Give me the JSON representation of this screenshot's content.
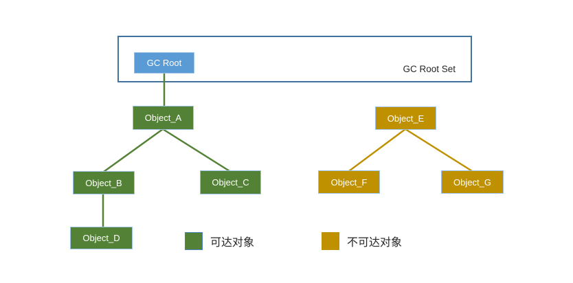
{
  "colors": {
    "root_node_fill": "#5B9BD5",
    "reachable_fill": "#538135",
    "unreachable_fill": "#BF9000",
    "node_border": "#9DC3E6",
    "root_set_border": "#41719C",
    "swatch_border": "#4A7EBB",
    "node_text": "#FFFFFF",
    "label_text": "#262626"
  },
  "root_set": {
    "label": "GC Root Set",
    "root_node_label": "GC Root"
  },
  "nodes": {
    "object_a": {
      "label": "Object_A",
      "type": "reachable"
    },
    "object_b": {
      "label": "Object_B",
      "type": "reachable"
    },
    "object_c": {
      "label": "Object_C",
      "type": "reachable"
    },
    "object_d": {
      "label": "Object_D",
      "type": "reachable"
    },
    "object_e": {
      "label": "Object_E",
      "type": "unreachable"
    },
    "object_f": {
      "label": "Object_F",
      "type": "unreachable"
    },
    "object_g": {
      "label": "Object_G",
      "type": "unreachable"
    }
  },
  "edges": [
    {
      "from": "GC Root",
      "to": "Object_A",
      "type": "reachable"
    },
    {
      "from": "Object_A",
      "to": "Object_B",
      "type": "reachable"
    },
    {
      "from": "Object_A",
      "to": "Object_C",
      "type": "reachable"
    },
    {
      "from": "Object_B",
      "to": "Object_D",
      "type": "reachable"
    },
    {
      "from": "Object_E",
      "to": "Object_F",
      "type": "unreachable"
    },
    {
      "from": "Object_E",
      "to": "Object_G",
      "type": "unreachable"
    }
  ],
  "legend": [
    {
      "label": "可达对象",
      "color": "#538135"
    },
    {
      "label": "不可达对象",
      "color": "#BF9000"
    }
  ]
}
